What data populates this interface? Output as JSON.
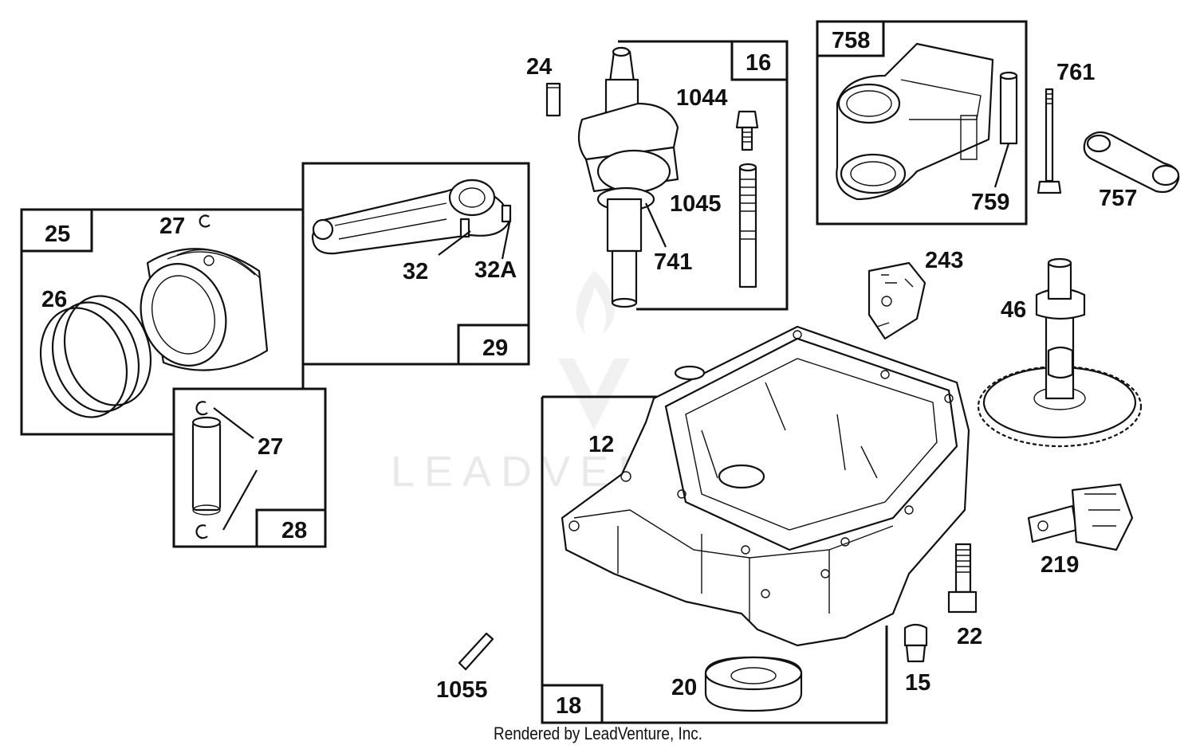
{
  "watermark": {
    "text": "LEADVENTURE"
  },
  "footer": {
    "text": "Rendered by LeadVenture, Inc."
  },
  "boxes": {
    "b25": "25",
    "b29": "29",
    "b28": "28",
    "b16": "16",
    "b758": "758",
    "b18": "18"
  },
  "labels": {
    "l24": "24",
    "l1044": "1044",
    "l1045": "1045",
    "l741": "741",
    "l27a": "27",
    "l26": "26",
    "l32": "32",
    "l32a": "32A",
    "l27b": "27",
    "l761": "761",
    "l759": "759",
    "l757": "757",
    "l243": "243",
    "l46": "46",
    "l12": "12",
    "l219": "219",
    "l22": "22",
    "l15": "15",
    "l20": "20",
    "l1055": "1055"
  }
}
